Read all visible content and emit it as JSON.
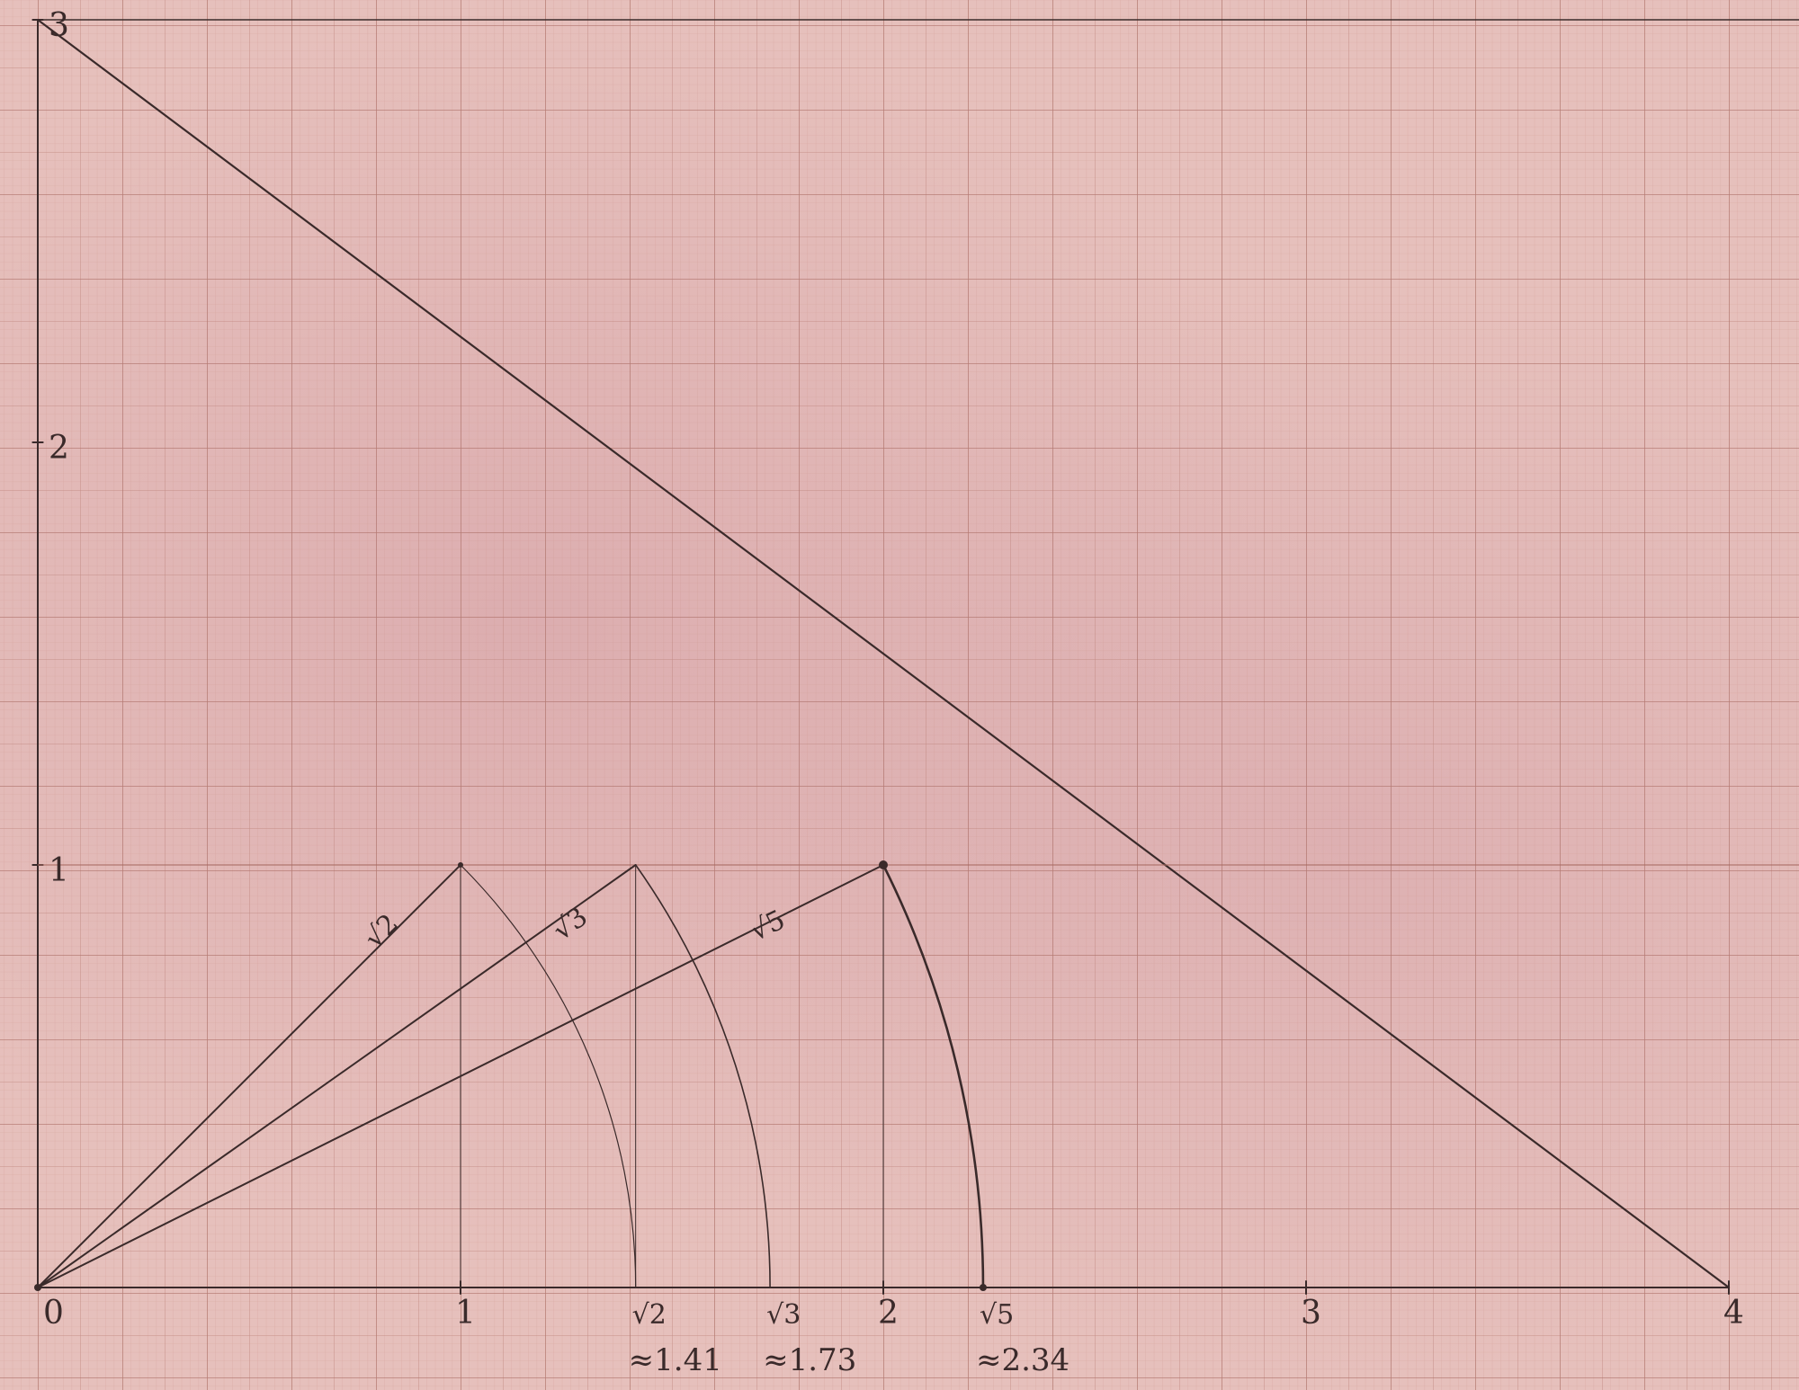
{
  "x_axis": {
    "tick_labels": [
      "0",
      "1",
      "2",
      "3",
      "4"
    ],
    "root_markers": [
      {
        "label": "√2",
        "approx": "≈1.41",
        "value": 1.4142
      },
      {
        "label": "√3",
        "approx": "≈1.73",
        "value": 1.7321
      },
      {
        "label": "√5",
        "approx": "≈2.34",
        "value": 2.2361
      }
    ]
  },
  "y_axis": {
    "tick_labels": [
      "1",
      "2",
      "3"
    ]
  },
  "segments": [
    {
      "label": "√2",
      "to": [
        1,
        1
      ]
    },
    {
      "label": "√3",
      "to": [
        1.4142,
        1
      ]
    },
    {
      "label": "√5",
      "to": [
        2,
        1
      ]
    }
  ],
  "diagonal": {
    "from": [
      0,
      3
    ],
    "to": [
      4,
      0
    ]
  },
  "colors": {
    "paper": "#e6c0bc",
    "minor_grid": "#c98f87",
    "major_grid": "#a86a62",
    "ink": "#3a2a2a"
  }
}
